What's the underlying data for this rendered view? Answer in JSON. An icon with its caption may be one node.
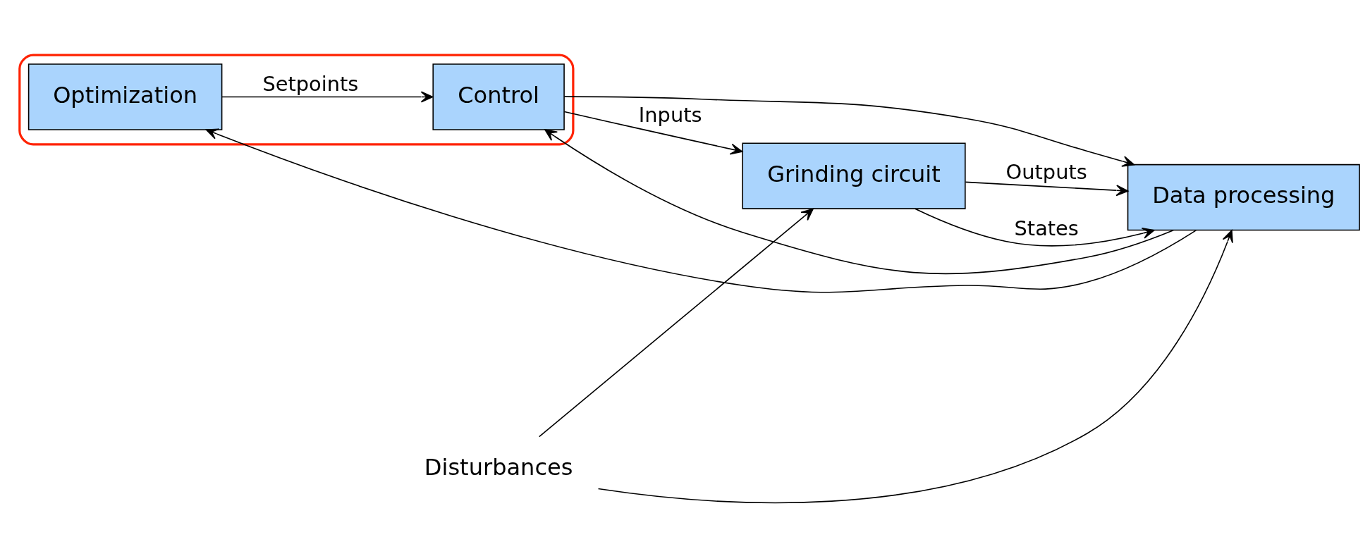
{
  "diagram": {
    "nodes": [
      {
        "text": [],
        "shape": "ellipse"
      },
      {
        "text": [
          "Optimization"
        ],
        "in": 0
      },
      {
        "text": [
          "Control"
        ],
        "in": 0
      },
      {
        "text": [
          "Grinding circuit"
        ]
      },
      {
        "text": [
          "Data processing"
        ]
      },
      {
        "text": [
          "Disturbances"
        ]
      }
    ],
    "edges": [
      {
        "from": 1,
        "to": 2,
        "arrow": "to",
        "label": "Setpoints"
      },
      {
        "from": 2,
        "to": 3,
        "arrow": "to",
        "label": "Inputs"
      },
      {
        "from": 2,
        "to": 4,
        "arrow": "to"
      },
      {
        "from": 3,
        "to": 4,
        "arrow": "to",
        "label": "States"
      },
      {
        "from": 3,
        "to": 4,
        "arrow": "to",
        "label": "Outputs"
      },
      {
        "from": 5,
        "to": 3,
        "arrow": "to"
      },
      {
        "from": 5,
        "to": 4,
        "arrow": "to"
      },
      {
        "from": 4,
        "to": 2,
        "arrow": "to"
      },
      {
        "from": 4,
        "to": 1,
        "arrow": "to"
      }
    ]
  }
}
